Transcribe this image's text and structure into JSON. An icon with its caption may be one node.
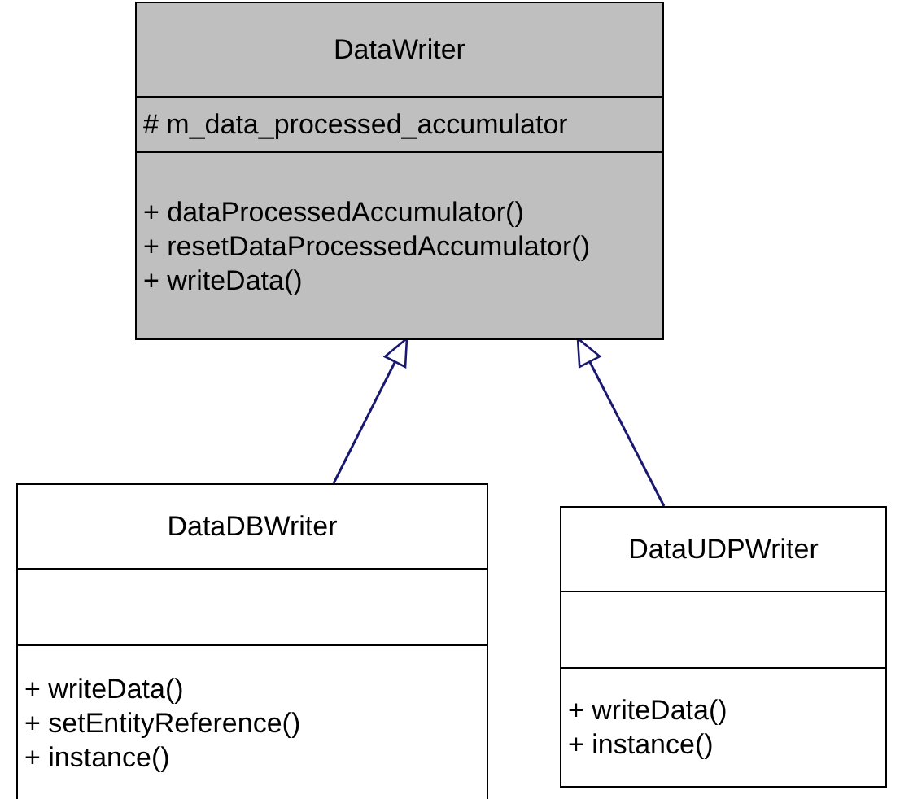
{
  "diagram": {
    "nodes": [
      {
        "text": [
          "DataWriter",
          "# m_data_processed_accumulator",
          "+ dataProcessedAccumulator()",
          "+ resetDataProcessedAccumulator()",
          "+ writeData()"
        ]
      },
      {
        "text": [
          "DataDBWriter",
          "+ writeData()",
          "+ setEntityReference()",
          "+ instance()"
        ]
      },
      {
        "text": [
          "DataUDPWriter",
          "+ writeData()",
          "+ instance()"
        ]
      }
    ],
    "edges": [
      {
        "from": 1,
        "to": 0,
        "arrow": "to"
      },
      {
        "from": 2,
        "to": 0,
        "arrow": "to"
      }
    ]
  }
}
